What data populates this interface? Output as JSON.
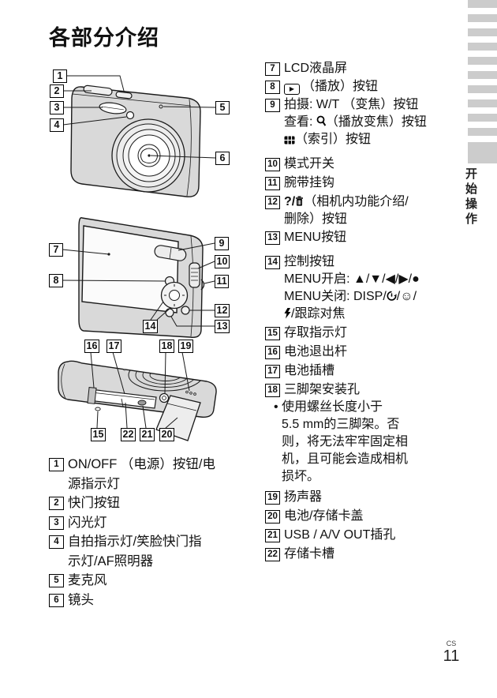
{
  "page": {
    "title": "各部分介绍",
    "side_tab": "开始操作",
    "footer_lang": "CS",
    "footer_page": "11"
  },
  "colors": {
    "tab_band": "#cccccc",
    "camera_fill": "#d9d9d9",
    "line": "#1a1a1a"
  },
  "labels": {
    "front": [
      "1",
      "2",
      "3",
      "4",
      "5",
      "6"
    ],
    "back": [
      "7",
      "8",
      "9",
      "10",
      "11",
      "12",
      "13",
      "14"
    ],
    "bottom": [
      "15",
      "16",
      "17",
      "18",
      "19",
      "20",
      "21",
      "22"
    ]
  },
  "list_right": [
    {
      "num": "7",
      "text": "LCD液晶屏"
    },
    {
      "num": "8",
      "icon_play": "▶",
      "text": "（播放）按钮"
    },
    {
      "num": "9",
      "line1": "拍摄: W/T （变焦）按钮",
      "line2_pre": "查看: ",
      "line2_post": "（播放变焦）按钮",
      "line3_post": "（索引）按钮"
    },
    {
      "num": "10",
      "text": "模式开关"
    },
    {
      "num": "11",
      "text": "腕带挂钩"
    },
    {
      "num": "12",
      "line1_pre": "?/",
      "line1_post": "（相机内功能介绍/",
      "line2": "删除）按钮"
    },
    {
      "num": "13",
      "text": "MENU按钮"
    },
    {
      "num": "14",
      "line1": "控制按钮",
      "line2": "MENU开启: ▲/▼/◀/▶/●",
      "line3_pre": "MENU关闭: DISP/",
      "line3_sep": "/",
      "line3_smile": "☺",
      "line3_end": "/",
      "line4_post": "/跟踪对焦"
    },
    {
      "num": "15",
      "text": "存取指示灯"
    },
    {
      "num": "16",
      "text": "电池退出杆"
    },
    {
      "num": "17",
      "text": "电池插槽"
    },
    {
      "num": "18",
      "line1": "三脚架安装孔",
      "bullet": "•",
      "note1": "使用螺丝长度小于",
      "note2": "5.5 mm的三脚架。否",
      "note3": "则，将无法牢牢固定相",
      "note4": "机，且可能会造成相机",
      "note5": "损坏。"
    },
    {
      "num": "19",
      "text": "扬声器"
    },
    {
      "num": "20",
      "text": "电池/存储卡盖"
    },
    {
      "num": "21",
      "text": "USB / A/V OUT插孔"
    },
    {
      "num": "22",
      "text": "存储卡槽"
    }
  ],
  "list_left": [
    {
      "num": "1",
      "line1": "ON/OFF （电源）按钮/电",
      "line2": "源指示灯"
    },
    {
      "num": "2",
      "text": "快门按钮"
    },
    {
      "num": "3",
      "text": "闪光灯"
    },
    {
      "num": "4",
      "line1": "自拍指示灯/笑脸快门指",
      "line2": "示灯/AF照明器"
    },
    {
      "num": "5",
      "text": "麦克风"
    },
    {
      "num": "6",
      "text": "镜头"
    }
  ]
}
